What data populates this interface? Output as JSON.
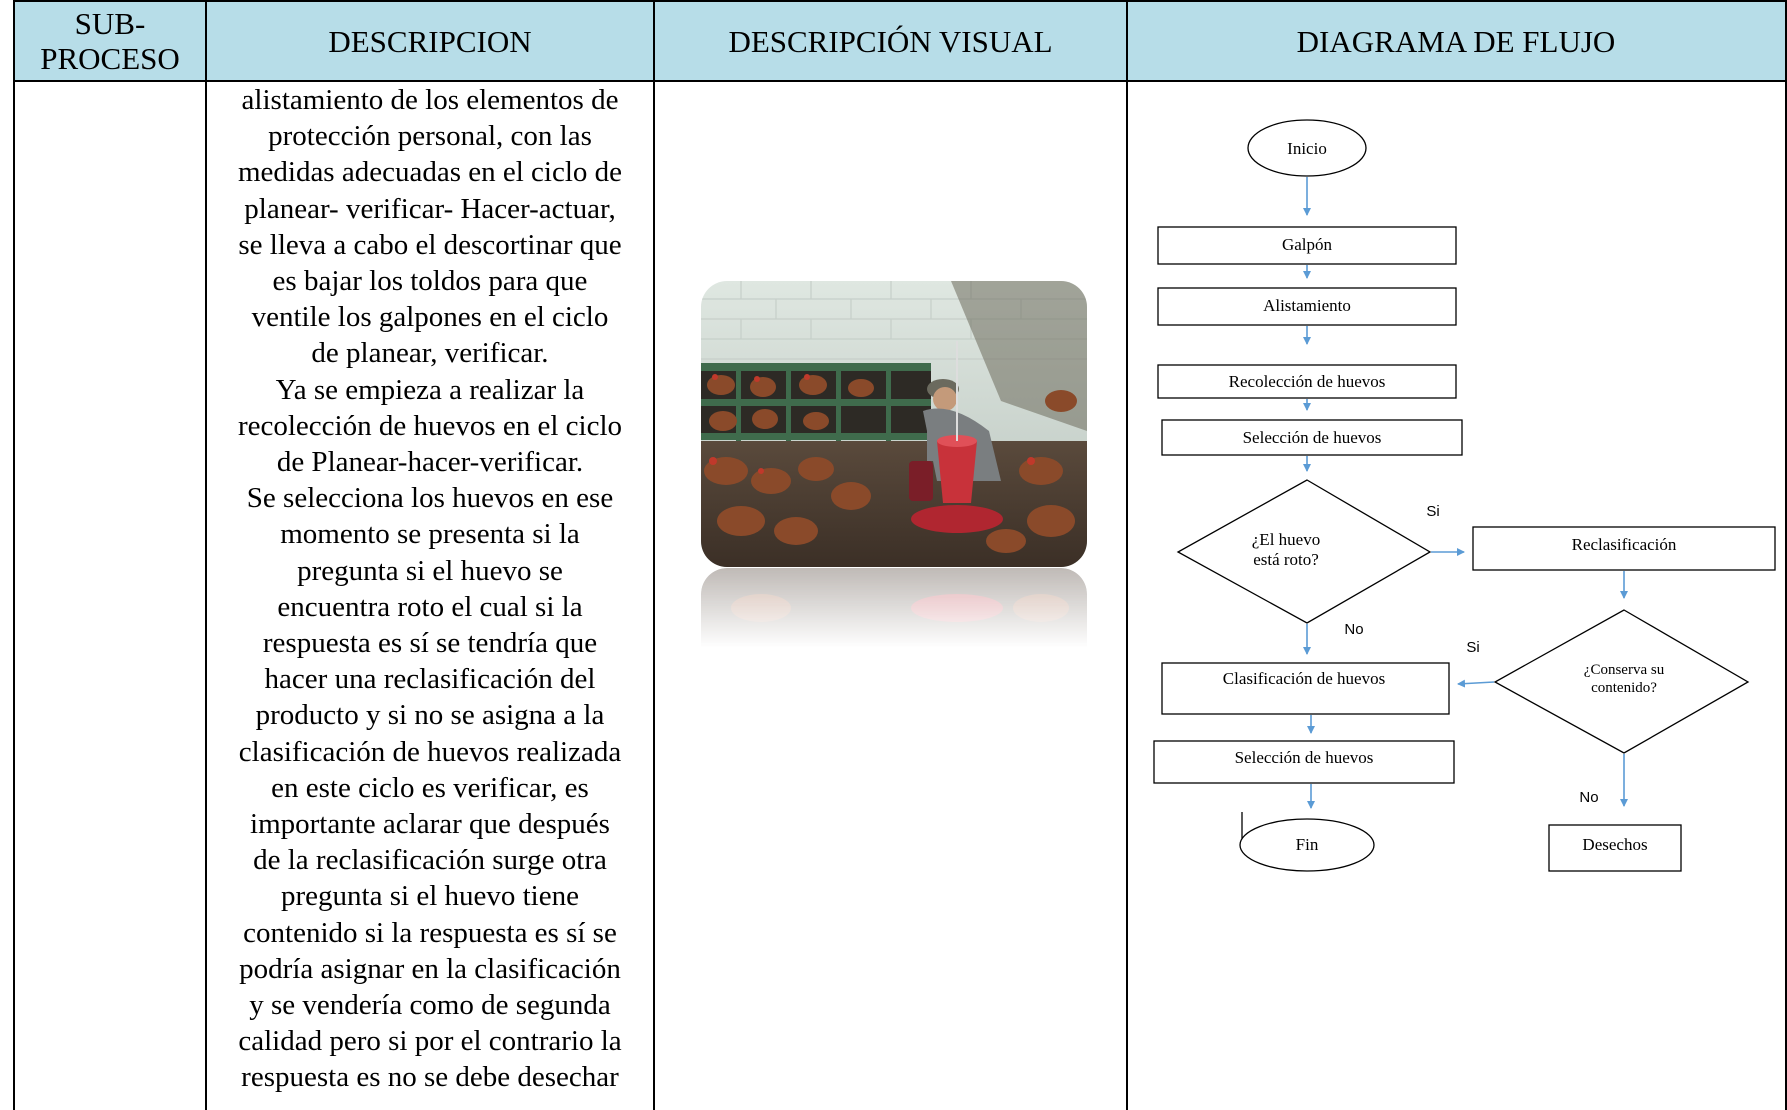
{
  "headers": {
    "subproceso": "SUB-\nPROCESO",
    "descripcion": "DESCRIPCION",
    "descripcion_visual": "DESCRIPCIÓN VISUAL",
    "diagrama": "DIAGRAMA DE FLUJO"
  },
  "colors": {
    "header_bg": "#b7dde8",
    "arrow": "#5b9bd5"
  },
  "descripcion_lines": [
    "alistamiento de los elementos de",
    "protección personal, con las",
    "medidas adecuadas en el ciclo de",
    "planear- verificar- Hacer-actuar,",
    "se lleva a cabo el descortinar que",
    "es bajar los toldos para que",
    "ventile los galpones en el ciclo",
    "de planear, verificar.",
    "Ya se empieza a realizar la",
    "recolección de huevos en el ciclo",
    "de Planear-hacer-verificar.",
    "Se selecciona los huevos en ese",
    "momento se presenta si la",
    "pregunta si el huevo se",
    "encuentra roto el cual si la",
    "respuesta es sí se tendría que",
    "hacer una reclasificación del",
    "producto y si no se asigna  a la",
    "clasificación de huevos realizada",
    "en este ciclo es verificar, es",
    "importante aclarar que después",
    "de la reclasificación surge otra",
    "pregunta si el huevo tiene",
    "contenido si la respuesta es sí se",
    "podría asignar en la clasificación",
    "y se vendería como de segunda",
    "calidad pero si por el contrario la",
    "respuesta es no se debe desechar"
  ],
  "flowchart": {
    "inicio": "Inicio",
    "galpon": "Galpón",
    "alistamiento": "Alistamiento",
    "recoleccion": "Recolección de huevos",
    "seleccion1": "Selección de huevos",
    "decision1_line1": "¿El huevo",
    "decision1_line2": "está roto?",
    "si1": "Si",
    "no1": "No",
    "reclasificacion": "Reclasificación",
    "decision2_line1": "¿Conserva su",
    "decision2_line2": "contenido?",
    "si2": "Si",
    "no2": "No",
    "clasificacion": "Clasificación de huevos",
    "seleccion2": "Selección de huevos",
    "fin": "Fin",
    "desechos": "Desechos"
  },
  "photo": {
    "subject": "hens in poultry house with worker and red feeder"
  }
}
